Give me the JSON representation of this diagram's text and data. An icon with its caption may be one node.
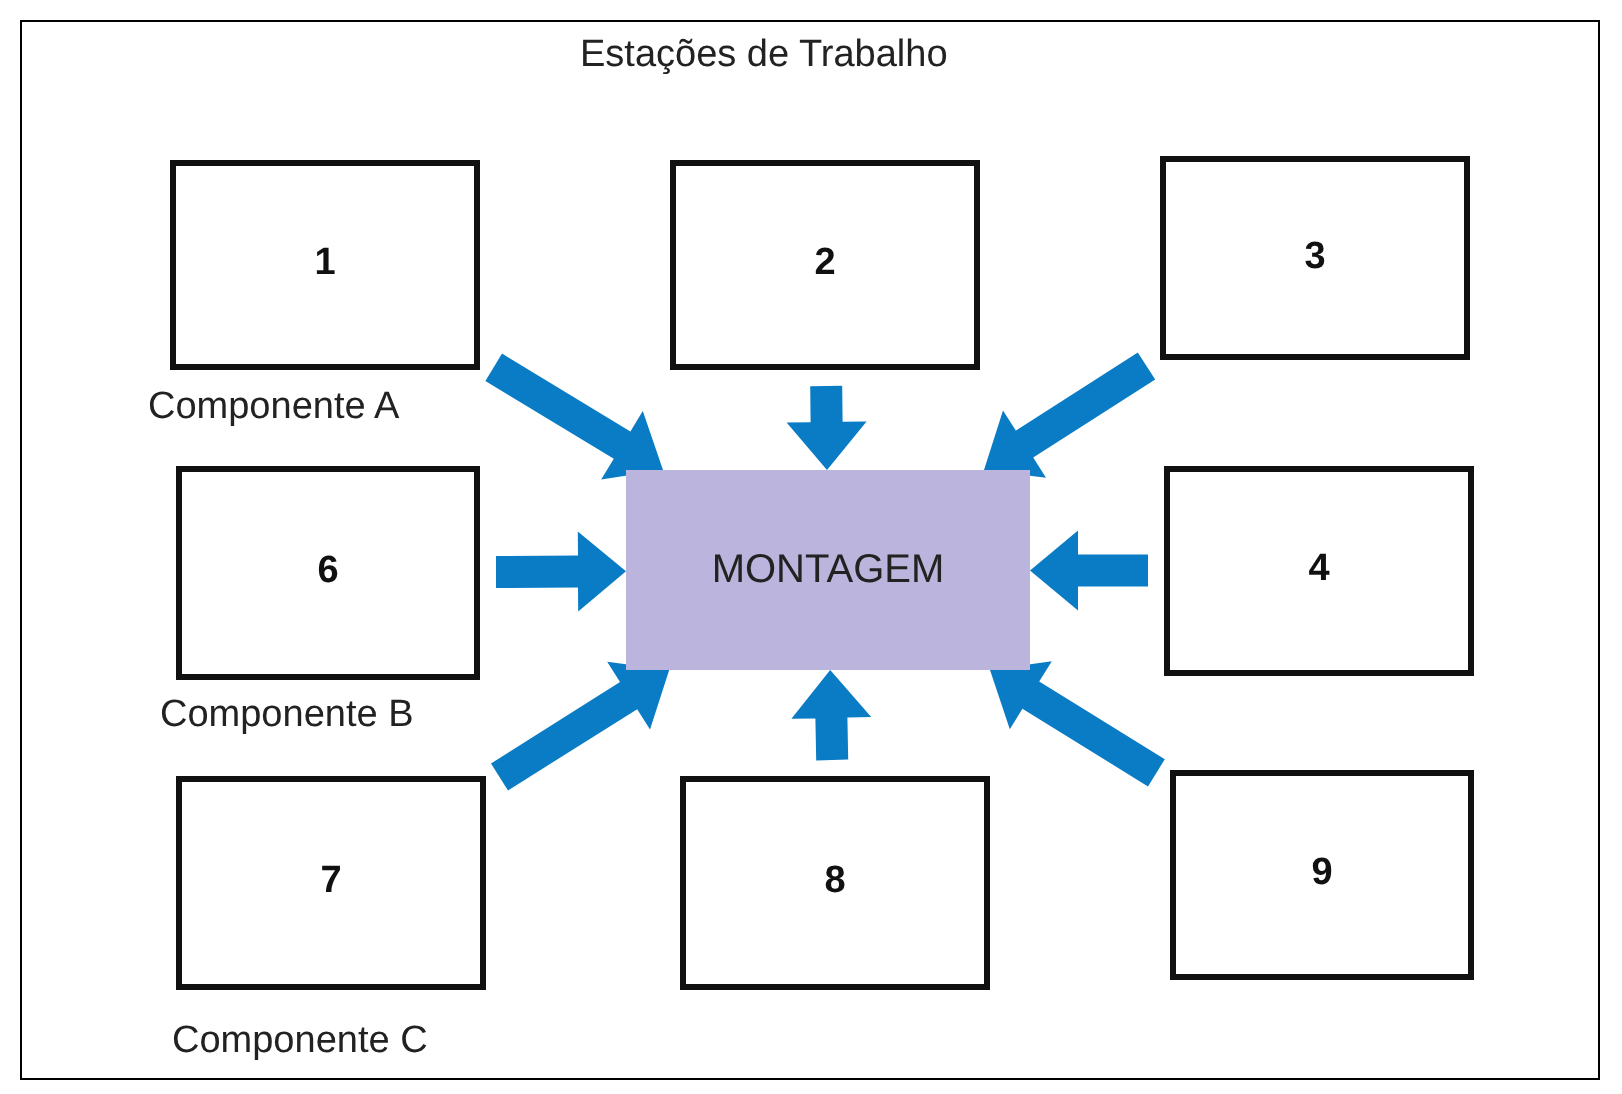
{
  "diagram": {
    "title": "Estações de Trabalho",
    "nodes": [
      {
        "text": [
          "1"
        ],
        "beside": [
          "Componente A"
        ]
      },
      {
        "text": [
          "2"
        ]
      },
      {
        "text": [
          "3"
        ]
      },
      {
        "text": [
          "6"
        ],
        "beside": [
          "Componente B"
        ]
      },
      {
        "text": [
          "MONTAGEM"
        ]
      },
      {
        "text": [
          "4"
        ]
      },
      {
        "text": [
          "7"
        ],
        "beside": [
          "Componente C"
        ]
      },
      {
        "text": [
          "8"
        ]
      },
      {
        "text": [
          "9"
        ]
      }
    ],
    "edges": [
      {
        "from": 0,
        "to": 4,
        "arrow": "to"
      },
      {
        "from": 1,
        "to": 4,
        "arrow": "to"
      },
      {
        "from": 2,
        "to": 4,
        "arrow": "to"
      },
      {
        "from": 3,
        "to": 4,
        "arrow": "to"
      },
      {
        "from": 5,
        "to": 4,
        "arrow": "to"
      },
      {
        "from": 6,
        "to": 4,
        "arrow": "to"
      },
      {
        "from": 7,
        "to": 4,
        "arrow": "to"
      },
      {
        "from": 8,
        "to": 4,
        "arrow": "to"
      }
    ]
  }
}
